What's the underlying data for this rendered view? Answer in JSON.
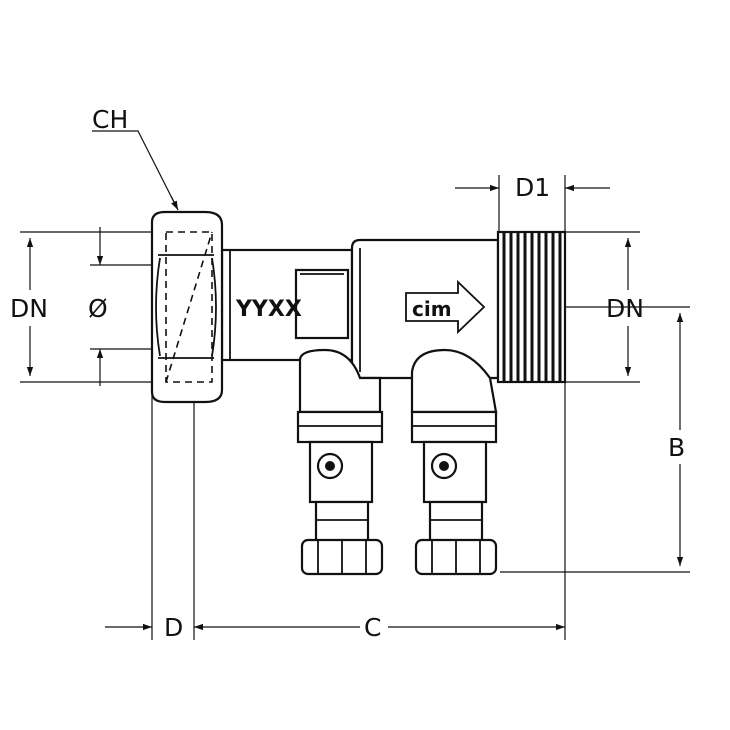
{
  "labels": {
    "ch": "CH",
    "dn_left": "DN",
    "diameter": "Ø",
    "dn_right": "DN",
    "d1": "D1",
    "b": "B",
    "d": "D",
    "c": "C"
  },
  "body_marks": {
    "code": "YYXX",
    "brand": "cim"
  }
}
